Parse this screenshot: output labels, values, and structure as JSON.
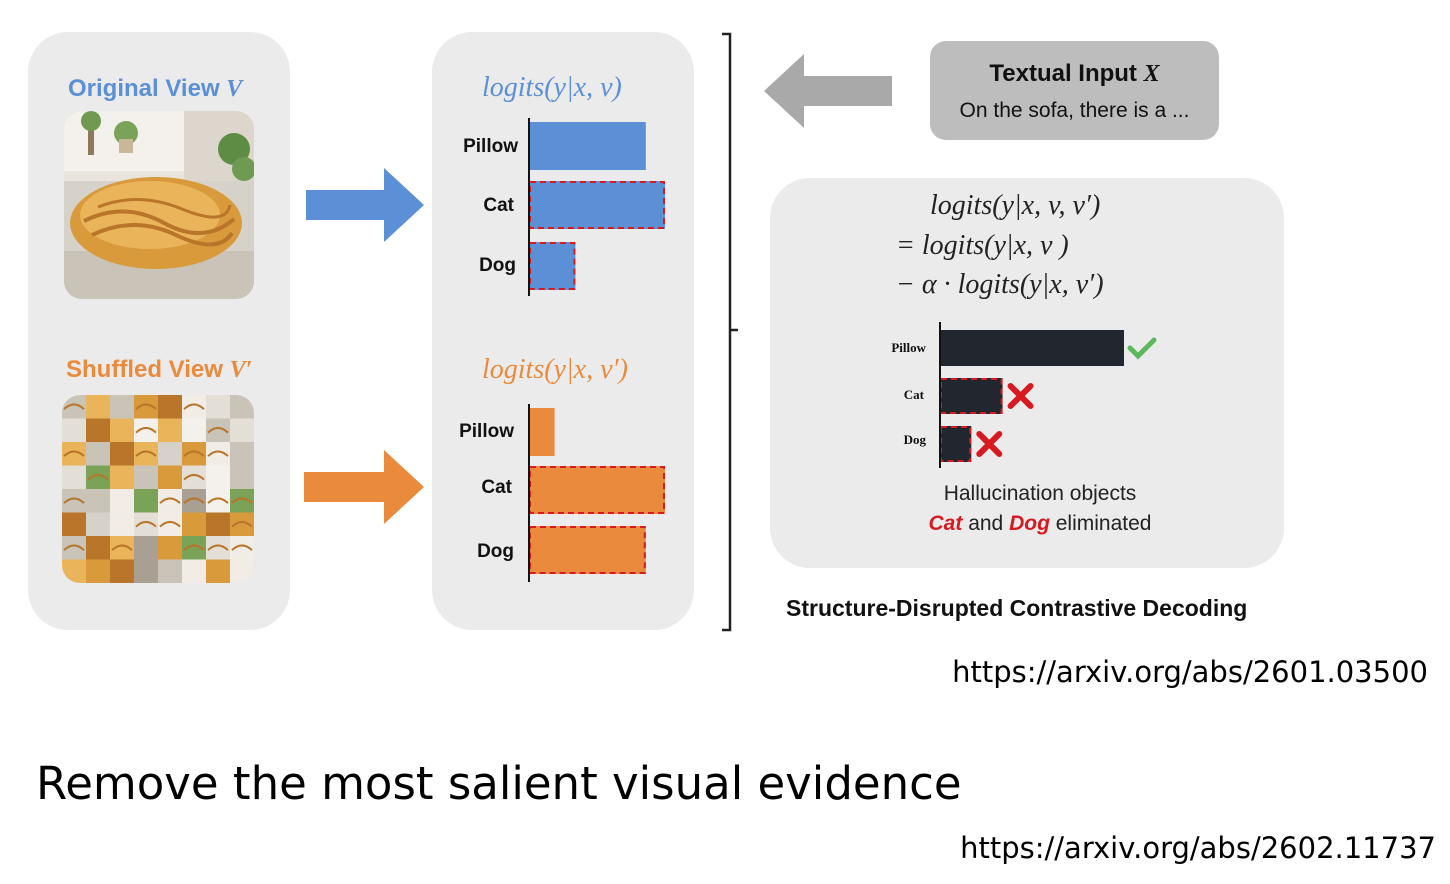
{
  "left_panel": {
    "original_label": "Original View",
    "original_symbol": "V",
    "shuffled_label": "Shuffled View",
    "shuffled_symbol": "V′"
  },
  "middle_panel": {
    "top_title": "logits(y|x, v)",
    "bottom_title": "logits(y|x, v′)"
  },
  "textual_input": {
    "title": "Textual Input",
    "symbol": "X",
    "text": "On the sofa, there is a ..."
  },
  "equation": {
    "line1": "logits(y|x, v, v′)",
    "line2": "= logits(y|x, v )",
    "line3": "− α · logits(y|x, v′)"
  },
  "result_note": {
    "line1": "Hallucination objects",
    "cat": "Cat",
    "and": "and",
    "dog": "Dog",
    "eliminated": "eliminated"
  },
  "caption": "Structure-Disrupted Contrastive Decoding",
  "url_1": "https://arxiv.org/abs/2601.03500",
  "headline": "Remove the most salient visual evidence",
  "url_2": "https://arxiv.org/abs/2602.11737",
  "colors": {
    "blue": "#5b8fd6",
    "orange": "#e98a3c",
    "dark_bar": "#22262e",
    "red": "#d71920",
    "green": "#5cb85c",
    "panel": "#ebebeb",
    "arrow_gray": "#a9a9a9"
  },
  "chart_data": [
    {
      "type": "bar",
      "orientation": "horizontal",
      "title": "logits(y|x, v)",
      "categories": [
        "Pillow",
        "Cat",
        "Dog"
      ],
      "values": [
        0.73,
        0.85,
        0.29
      ],
      "hallucinated": [
        false,
        true,
        true
      ],
      "color": "#5b8fd6"
    },
    {
      "type": "bar",
      "orientation": "horizontal",
      "title": "logits(y|x, v′)",
      "categories": [
        "Pillow",
        "Cat",
        "Dog"
      ],
      "values": [
        0.16,
        0.85,
        0.73
      ],
      "hallucinated": [
        false,
        true,
        true
      ],
      "color": "#e98a3c"
    },
    {
      "type": "bar",
      "orientation": "horizontal",
      "title": "logits(y|x, v, v′)",
      "categories": [
        "Pillow",
        "Cat",
        "Dog"
      ],
      "values": [
        1.0,
        0.34,
        0.17
      ],
      "hallucinated": [
        false,
        true,
        true
      ],
      "marks": [
        "check",
        "cross",
        "cross"
      ],
      "color": "#22262e"
    }
  ]
}
